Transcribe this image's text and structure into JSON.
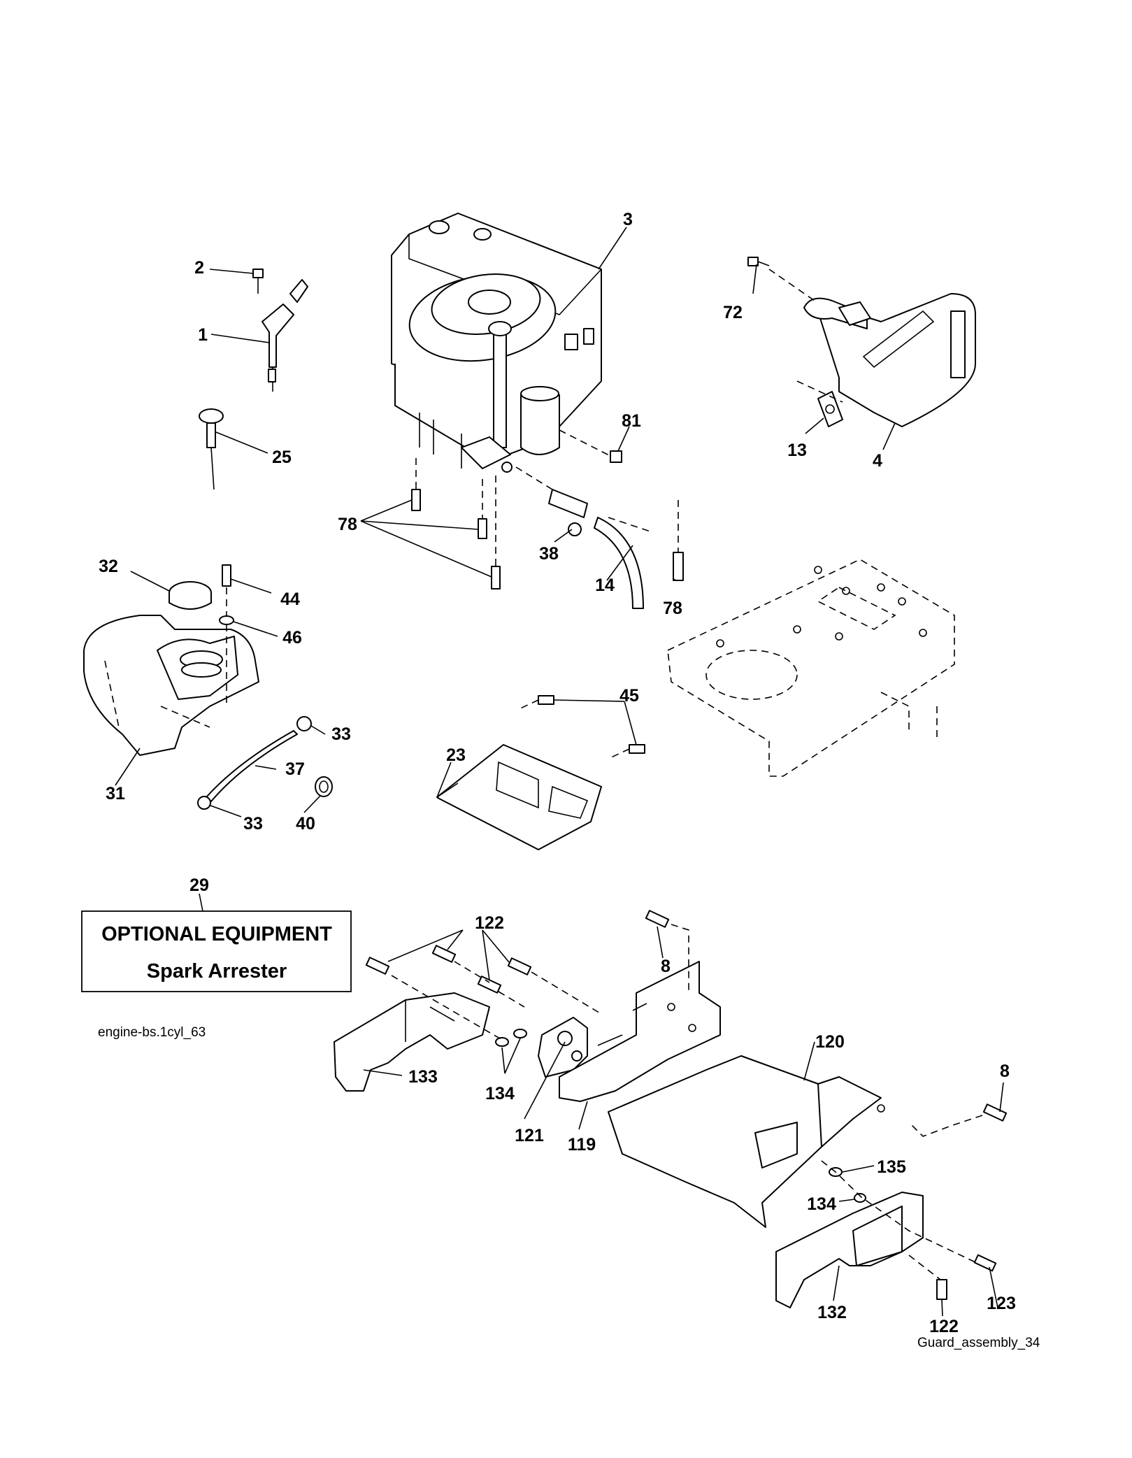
{
  "callouts": {
    "c1": "1",
    "c2": "2",
    "c3": "3",
    "c4": "4",
    "c8a": "8",
    "c8b": "8",
    "c13": "13",
    "c14": "14",
    "c23": "23",
    "c25": "25",
    "c29": "29",
    "c31": "31",
    "c32": "32",
    "c33a": "33",
    "c33b": "33",
    "c37": "37",
    "c38": "38",
    "c40": "40",
    "c44": "44",
    "c45": "45",
    "c46": "46",
    "c72": "72",
    "c78a": "78",
    "c78b": "78",
    "c81": "81",
    "c119": "119",
    "c120": "120",
    "c121": "121",
    "c122a": "122",
    "c122b": "122",
    "c123": "123",
    "c132": "132",
    "c133": "133",
    "c134a": "134",
    "c134b": "134",
    "c135": "135"
  },
  "optional_box": {
    "line1": "OPTIONAL EQUIPMENT",
    "line2": "Spark Arrester"
  },
  "captions": {
    "engine": "engine-bs.1cyl_63",
    "guard": "Guard_assembly_34"
  }
}
